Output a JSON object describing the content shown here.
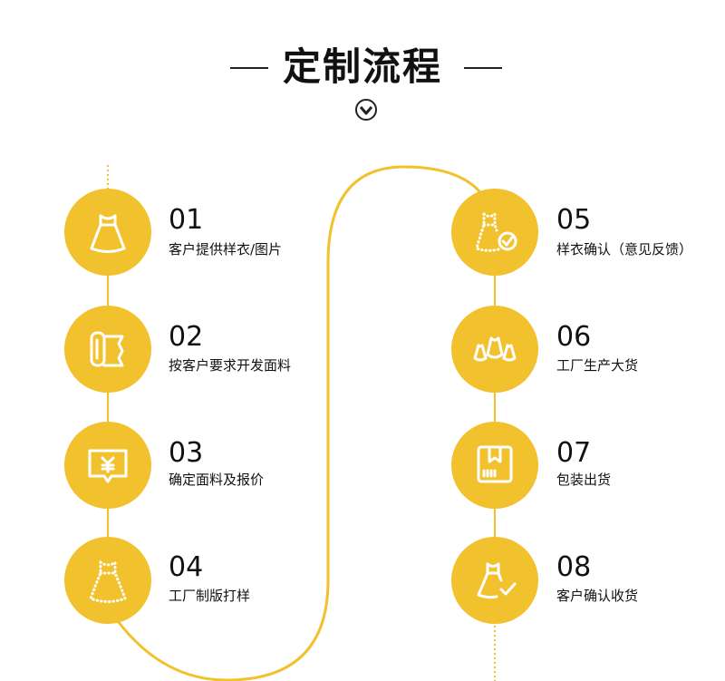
{
  "header": {
    "title": "定制流程"
  },
  "colors": {
    "accent": "#f2c12e",
    "line": "#f2c12e",
    "icon": "#ffffff",
    "text": "#111111"
  },
  "steps": [
    {
      "num": "01",
      "label": "客户提供样衣/图片",
      "icon": "dress-icon"
    },
    {
      "num": "02",
      "label": "按客户要求开发面料",
      "icon": "fabric-roll-icon"
    },
    {
      "num": "03",
      "label": "确定面料及报价",
      "icon": "price-quote-icon"
    },
    {
      "num": "04",
      "label": "工厂制版打样",
      "icon": "dotted-dress-icon"
    },
    {
      "num": "05",
      "label": "样衣确认（意见反馈）",
      "icon": "dress-check-icon"
    },
    {
      "num": "06",
      "label": "工厂生产大货",
      "icon": "dresses-production-icon"
    },
    {
      "num": "07",
      "label": "包装出货",
      "icon": "package-box-icon"
    },
    {
      "num": "08",
      "label": "客户确认收货",
      "icon": "dress-received-icon"
    }
  ]
}
